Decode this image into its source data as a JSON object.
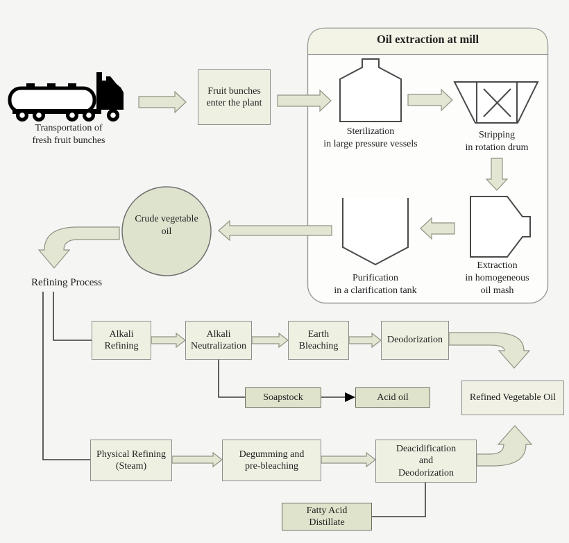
{
  "diagram": {
    "kind": "process-flow",
    "mill_section_title": "Oil extraction at mill"
  },
  "stages": {
    "transport": "Transportation of\nfresh fruit bunches",
    "fruit_bunches": "Fruit bunches\nenter the plant",
    "sterilization": "Sterilization\nin large pressure vessels",
    "stripping": "Stripping\nin rotation drum",
    "extraction": "Extraction\nin homogeneous\noil mash",
    "purification": "Purification\nin a clarification tank",
    "crude_oil": "Crude vegetable\noil",
    "refining_process": "Refining Process",
    "alkali_refining": "Alkali\nRefining",
    "alkali_neutralization": "Alkali\nNeutralization",
    "earth_bleaching": "Earth\nBleaching",
    "deodorization": "Deodorization",
    "refined_oil": "Refined Vegetable Oil",
    "soapstock": "Soapstock",
    "acid_oil": "Acid oil",
    "physical_refining": "Physical Refining\n(Steam)",
    "degumming": "Degumming and\npre-bleaching",
    "deacidification": "Deacidification\nand\nDeodorization",
    "fatty_acid": "Fatty Acid\nDistillate"
  },
  "colors": {
    "background": "#f5f5f4",
    "process_box_fill": "#eef0e2",
    "byproduct_box_fill": "#dfe3cb",
    "result_box_fill": "#f0f1e4",
    "box_border": "#8c8c8c",
    "block_arrow_fill": "#e2e6d2",
    "block_arrow_outline": "#8f9383",
    "crude_oil_circle_fill": "#dde3cd",
    "mill_container_fill": "#fdfdfc",
    "mill_header_fill": "#f3f3e6",
    "mill_container_border": "#9a9a9a",
    "connector_line": "#3a3a3a",
    "text": "#222222"
  }
}
